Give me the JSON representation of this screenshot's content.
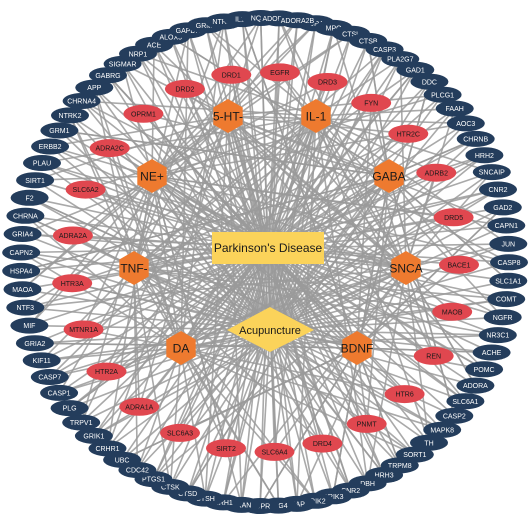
{
  "colors": {
    "edge": "#9a9a9a",
    "outer_node": "#243d5c",
    "outer_text": "#ffffff",
    "mid_node": "#e0474f",
    "mid_text": "#1a1a1a",
    "hub_node": "#ee7a2f",
    "hub_text": "#1a1a1a",
    "center_node": "#fbd35a",
    "center_text": "#1a1a1a"
  },
  "center": {
    "disease_label": "Parkinson's Disease",
    "treatment_label": "Acupuncture"
  },
  "hubs": [
    "5-HT-",
    "IL-1",
    "NE+",
    "GABA",
    "TNF-",
    "SNCA",
    "DA",
    "BDNF"
  ],
  "middle_ring": [
    "DRD1",
    "EGFR",
    "DRD3",
    "FYN",
    "HTR2C",
    "ADRB2",
    "DRD5",
    "BACE1",
    "MAOB",
    "REN",
    "HTR6",
    "PNMT",
    "DRD4",
    "SLC6A4",
    "SIRT2",
    "SLC6A3",
    "ADRA1A",
    "HTR2A",
    "MTNR1A",
    "HTR3A",
    "ADRA2A",
    "SLC6A2",
    "ADRA2C",
    "OPRM1",
    "DRD2"
  ],
  "outer_ring": [
    "ADORA2A",
    "MPO",
    "CTSL",
    "CTSB",
    "CASP3",
    "PLA2G7",
    "GAD1",
    "DDC",
    "PLCG1",
    "FAAH",
    "AOC3",
    "CHRNB",
    "HRH2",
    "SNCAIP",
    "CNR2",
    "GAD2",
    "CAPN1",
    "JUN",
    "CASP8",
    "SLC1A1",
    "COMT",
    "NGFR",
    "NR3C1",
    "ACHE",
    "POMC",
    "ADORA",
    "SLC6A1",
    "CASP2",
    "MAPK8",
    "TH",
    "SORT1",
    "TRPM8",
    "HRH3",
    "DBH",
    "CNR2",
    "GRIK3",
    "GRIK2",
    "XIAP",
    "DLG4",
    "QDPR",
    "BRAN",
    "HRH1",
    "CTSH",
    "CTSD",
    "CTSK",
    "PTGS1",
    "CDC42",
    "UBC",
    "CRHR1",
    "GRIK1",
    "TRPV1",
    "PLG",
    "CASP1",
    "CASP7",
    "KIF11",
    "GRIA2",
    "MIF",
    "NTF3",
    "MAOA",
    "HSPA4",
    "CAPN2",
    "GRIA4",
    "CHRNA",
    "F2",
    "SIRT1",
    "PLAU",
    "ERBB2",
    "GRM1",
    "NTRK2",
    "CHRNA4",
    "APP",
    "GABRG",
    "SIGMAR",
    "NRP1",
    "ACE",
    "ALOX5",
    "GAPDH",
    "GRM5",
    "NTRK3",
    "IL1B",
    "NQO1",
    "ADORA2A",
    "ADORA2B"
  ]
}
